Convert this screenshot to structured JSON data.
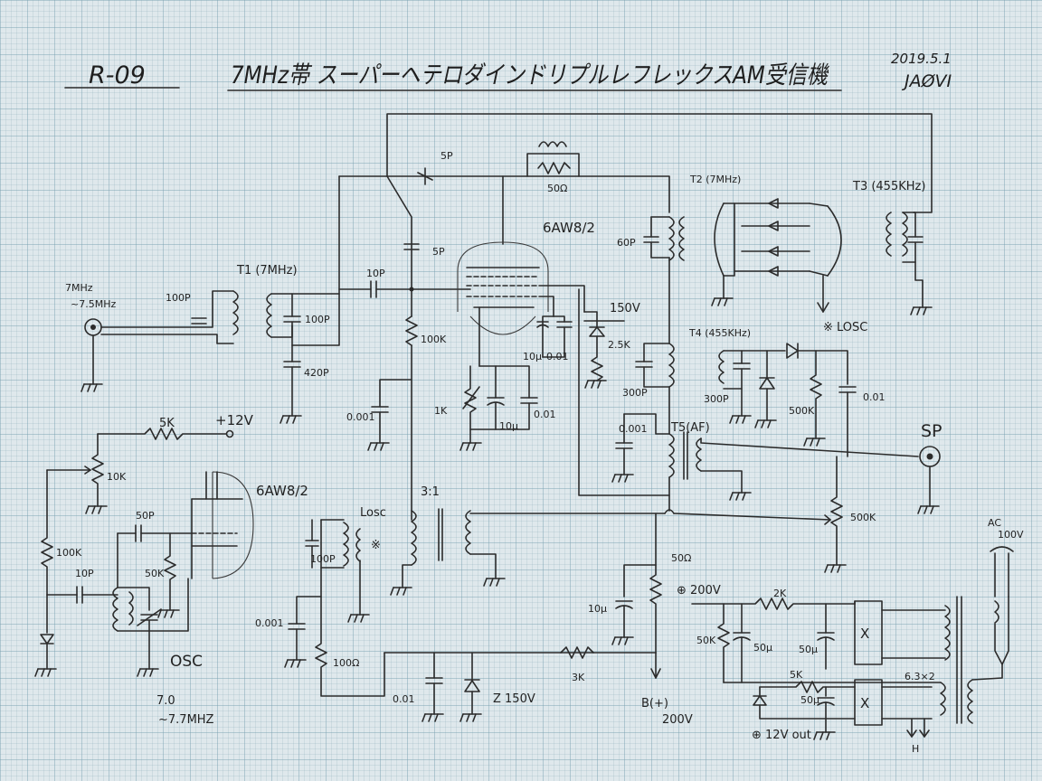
{
  "header": {
    "model": "R-09",
    "title": "7MHz帯 スーパーヘテロダインドリプルレフレックスAM受信機",
    "date": "2019.5.1",
    "callsign": "JAØVI"
  },
  "labels": {
    "ant_freq1": "7MHz",
    "ant_freq2": "~7.5MHz",
    "c_100p_a": "100P",
    "t1": "T1 (7MHz)",
    "c_100p_b": "100P",
    "c_420p": "420P",
    "c_10p_a": "10P",
    "c_5p_trim": "5P",
    "c_5p": "5P",
    "r_100k_a": "100K",
    "c_0001_a": "0.001",
    "r_1k": "1K",
    "c_10u_a": "10μ",
    "c_001_a": "0.01",
    "c_10u_b": "10μ",
    "c_001_b": "0.01",
    "tube_upper": "6AW8/2",
    "c_60p": "60P",
    "r_50ohm_top": "50Ω",
    "v150": "150V",
    "r_25k": "2.5K",
    "t2": "T2 (7MHz)",
    "t3": "T3 (455KHz)",
    "losc_note": "※ LOSC",
    "t4": "T4 (455KHz)",
    "c_300p_a": "300P",
    "c_300p_b": "300P",
    "r_500k_a": "500K",
    "c_001_c": "0.01",
    "c_0001_b": "0.001",
    "t5": "T5(AF)",
    "sp": "SP",
    "r_500k_b": "500K",
    "r_5k": "5K",
    "v12": "+12V",
    "r_10k": "10K",
    "tube_lower": "6AW8/2",
    "c_50p": "50P",
    "r_50k": "50K",
    "r_100k_b": "100K",
    "c_10p_b": "10P",
    "osc": "OSC",
    "osc_freq1": "7.0",
    "osc_freq2": "~7.7MHZ",
    "losc": "Losc",
    "losc_mark": "※",
    "c_100p_c": "100P",
    "c_0001_c": "0.001",
    "r_100ohm": "100Ω",
    "ratio": "3:1",
    "r_50ohm_b": "50Ω",
    "c_10u_c": "10μ",
    "c_001_d": "0.01",
    "zener": "Z 150V",
    "r_3k": "3K",
    "b_plus": "B(+)",
    "b_plus_v": "200V",
    "plus_200v": "⊕ 200V",
    "r_2k": "2K",
    "r_50k_b": "50K",
    "c_50u_a": "50μ",
    "c_50u_b": "50μ",
    "r_5k_b": "5K",
    "c_50u_c": "50μ",
    "v63": "6.3×2",
    "ac": "AC",
    "ac_v": "100V",
    "h": "H",
    "out12": "⊕ 12V out",
    "rect_sym1": "X",
    "rect_sym2": "X"
  }
}
